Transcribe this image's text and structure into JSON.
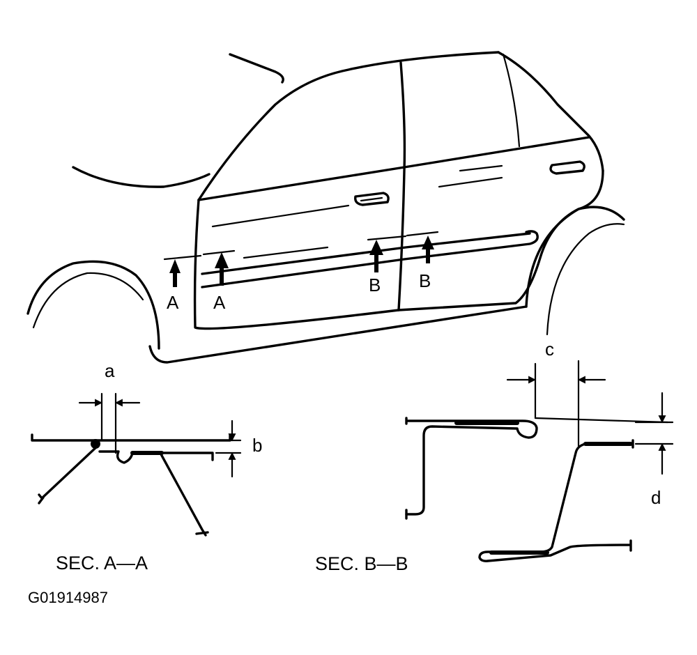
{
  "car_view": {
    "section_marker_a": "A",
    "section_marker_b": "B"
  },
  "section_aa": {
    "dimension_a": "a",
    "dimension_b": "b",
    "caption": "SEC. A—A"
  },
  "section_bb": {
    "dimension_c": "c",
    "dimension_d": "d",
    "caption": "SEC. B—B"
  },
  "figure_id": "G01914987"
}
